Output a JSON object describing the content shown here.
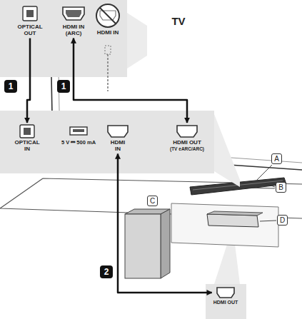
{
  "diagram": {
    "nodes": [
      {
        "text": [
          "TV"
        ]
      },
      {
        "text": [
          "OPTICAL OUT"
        ]
      },
      {
        "text": [
          "HDMI IN (ARC)"
        ]
      },
      {
        "text": [
          "HDMI IN"
        ]
      },
      {
        "text": [
          "OPTICAL IN"
        ]
      },
      {
        "text": [
          "5 V ⎓ 500 mA"
        ]
      },
      {
        "text": [
          "HDMI IN"
        ]
      },
      {
        "text": [
          "HDMI OUT",
          "(TV eARC/ARC)"
        ]
      },
      {
        "text": [
          "HDMI OUT"
        ]
      }
    ],
    "edges": [
      {
        "from": 1,
        "to": 4,
        "arrow": "to"
      },
      {
        "from": 2,
        "to": 7,
        "arrow": "both"
      },
      {
        "from": 6,
        "to": 8,
        "arrow": "both"
      }
    ],
    "labels": [
      "1",
      "1",
      "2",
      "A",
      "B",
      "C",
      "D"
    ]
  }
}
